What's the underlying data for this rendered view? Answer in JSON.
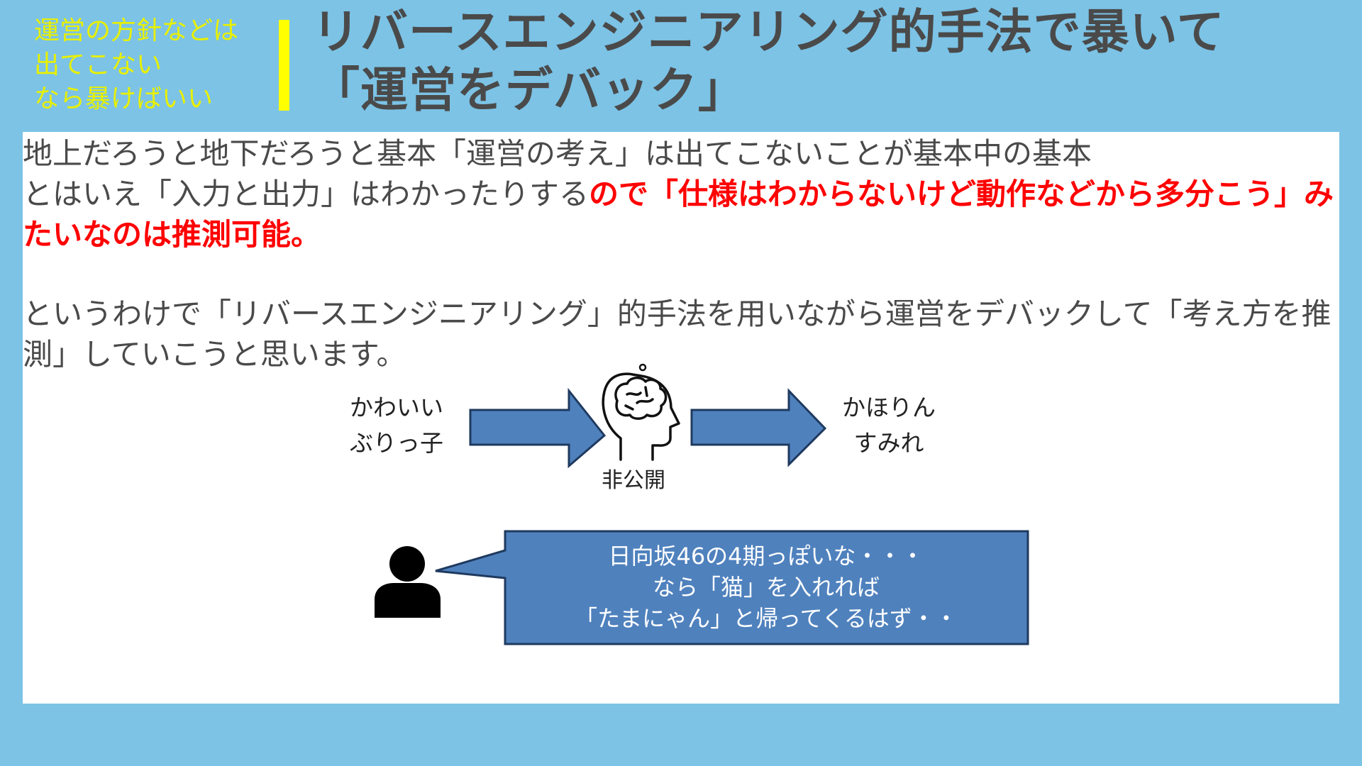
{
  "header": {
    "side_note": "運営の方針などは\n出てこない\nなら暴けばいい",
    "title": "リバースエンジニアリング的手法で暴いて\n「運営をデバック」"
  },
  "body": {
    "para1_normal": "地上だろうと地下だろうと基本「運営の考え」は出てこないことが基本中の基本\nとはいえ「入力と出力」はわかったりする",
    "para1_highlight": "ので「仕様はわからないけど動作などから多分こう」みたいなのは推測可能。",
    "para2": "というわけで「リバースエンジニアリング」的手法を用いながら運営をデバックして「考え方を推測」していこうと思います。"
  },
  "diagram": {
    "input_label": "かわいい\nぶりっ子",
    "process_label": "非公開",
    "output_label": "かほりん\nすみれ",
    "brain_icon": "brain-head-icon",
    "person_icon": "person-icon",
    "speech_text": "日向坂46の4期っぽいな・・・\nなら「猫」を入れれば\n「たまにゃん」と帰ってくるはず・・"
  },
  "colors": {
    "background": "#7CC3E6",
    "highlight_red": "#FF0000",
    "side_note_yellow": "#E8F000",
    "arrow_blue": "#4F81BD",
    "arrow_stroke": "#1F3A5F"
  }
}
